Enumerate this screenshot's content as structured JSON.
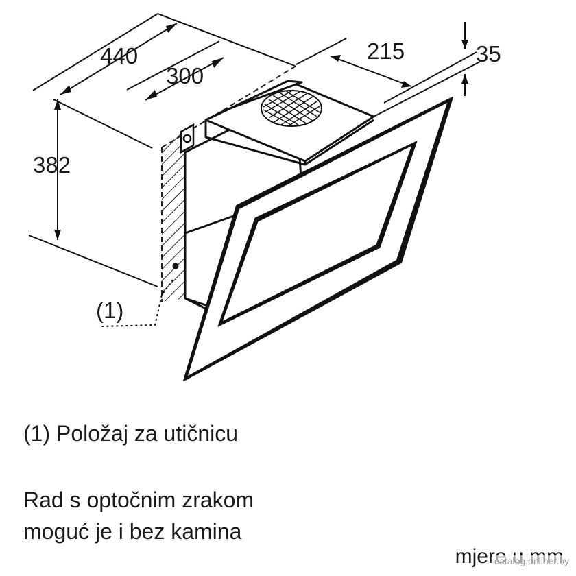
{
  "diagram": {
    "dimensions": {
      "width": "440",
      "depth": "300",
      "height": "382",
      "chimney_offset": "215",
      "glass_gap": "35"
    },
    "socket_marker": "(1)"
  },
  "notes": {
    "socket": "(1) Položaj za utičnicu",
    "recirculation_line1": "Rad s optočnim zrakom",
    "recirculation_line2": "moguć je i bez kamina"
  },
  "unit_note": "mjere u mm",
  "watermark": "catalog.onliner.by"
}
